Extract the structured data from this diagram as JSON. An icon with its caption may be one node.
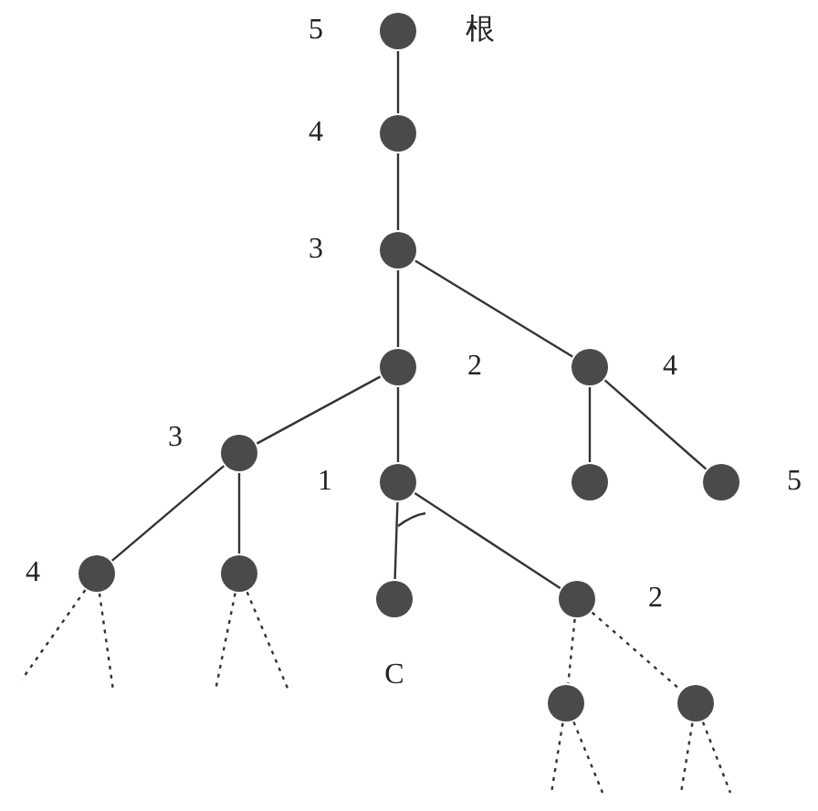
{
  "diagram": {
    "nodes": [
      {
        "text": [],
        "shape": "circle",
        "beside": [
          "5",
          "根"
        ]
      },
      {
        "text": [],
        "shape": "circle",
        "beside": [
          "4"
        ]
      },
      {
        "text": [],
        "shape": "circle",
        "beside": [
          "3"
        ]
      },
      {
        "text": [],
        "shape": "circle",
        "beside": [
          "2"
        ]
      },
      {
        "text": [],
        "shape": "circle",
        "beside": [
          "4"
        ]
      },
      {
        "text": [],
        "shape": "circle",
        "beside": [
          "3"
        ]
      },
      {
        "text": [],
        "shape": "circle",
        "beside": [
          "1"
        ]
      },
      {
        "text": [],
        "shape": "circle"
      },
      {
        "text": [],
        "shape": "circle",
        "beside": [
          "5"
        ]
      },
      {
        "text": [],
        "shape": "circle",
        "beside": [
          "4"
        ]
      },
      {
        "text": [],
        "shape": "circle"
      },
      {
        "text": [],
        "shape": "circle",
        "beside": [
          "C"
        ]
      },
      {
        "text": [],
        "shape": "circle",
        "beside": [
          "2"
        ]
      },
      {
        "text": [],
        "shape": "circle"
      },
      {
        "text": [],
        "shape": "circle"
      }
    ],
    "edges": [
      {
        "from": 0,
        "to": 1,
        "arrow": "none"
      },
      {
        "from": 1,
        "to": 2,
        "arrow": "none"
      },
      {
        "from": 2,
        "to": 3,
        "arrow": "none"
      },
      {
        "from": 2,
        "to": 4,
        "arrow": "none"
      },
      {
        "from": 3,
        "to": 5,
        "arrow": "none"
      },
      {
        "from": 3,
        "to": 6,
        "arrow": "none"
      },
      {
        "from": 4,
        "to": 7,
        "arrow": "none"
      },
      {
        "from": 4,
        "to": 8,
        "arrow": "none"
      },
      {
        "from": 5,
        "to": 9,
        "arrow": "none"
      },
      {
        "from": 5,
        "to": 10,
        "arrow": "none"
      },
      {
        "from": 6,
        "to": 11,
        "arrow": "none"
      },
      {
        "from": 6,
        "to": 12,
        "arrow": "none"
      },
      {
        "from": 12,
        "to": 13,
        "arrow": "none",
        "style": "dashed"
      },
      {
        "from": 12,
        "to": 14,
        "arrow": "none",
        "style": "dashed"
      },
      {
        "from": 9,
        "to": null,
        "arrow": "none",
        "style": "dashed"
      },
      {
        "from": 9,
        "to": null,
        "arrow": "none",
        "style": "dashed"
      },
      {
        "from": 10,
        "to": null,
        "arrow": "none",
        "style": "dashed"
      },
      {
        "from": 10,
        "to": null,
        "arrow": "none",
        "style": "dashed"
      },
      {
        "from": 13,
        "to": null,
        "arrow": "none",
        "style": "dashed"
      },
      {
        "from": 13,
        "to": null,
        "arrow": "none",
        "style": "dashed"
      },
      {
        "from": 14,
        "to": null,
        "arrow": "none",
        "style": "dashed"
      },
      {
        "from": 14,
        "to": null,
        "arrow": "none",
        "style": "dashed"
      }
    ]
  }
}
